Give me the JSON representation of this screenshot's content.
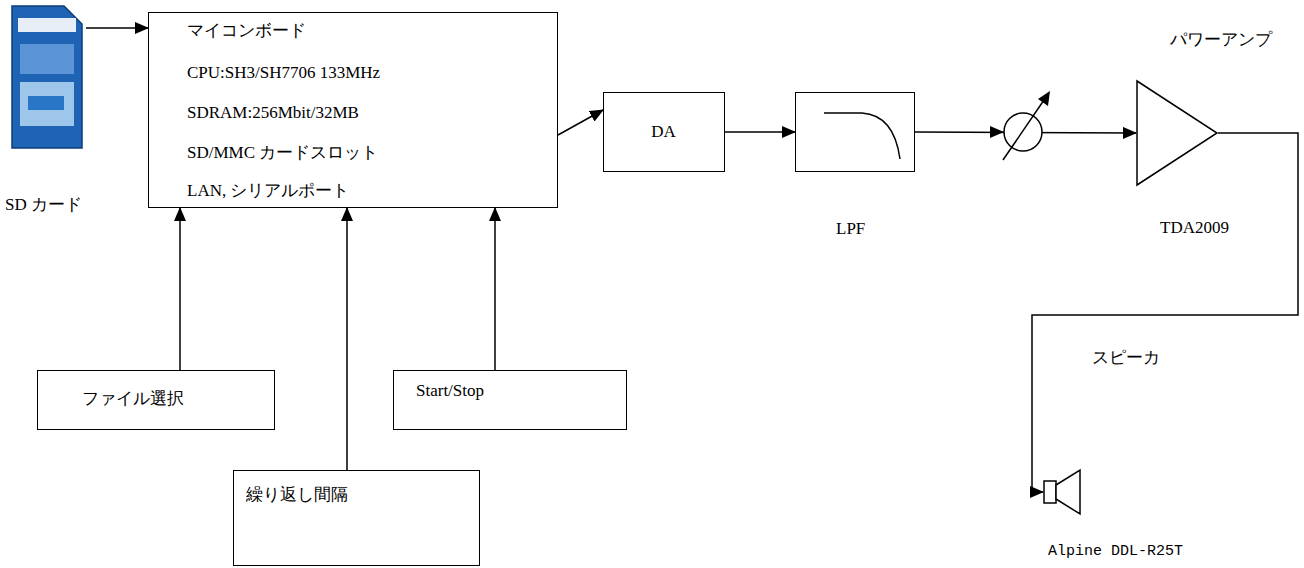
{
  "diagram": {
    "nodes": [
      {
        "text": [
          "SD カード"
        ]
      },
      {
        "text": [
          "マイコンボード",
          "CPU:SH3/SH7706 133MHz",
          "SDRAM:256Mbit/32MB",
          "SD/MMC カードスロット",
          "LAN, シリアルポート"
        ]
      },
      {
        "text": [
          "DA"
        ]
      },
      {
        "text": [
          "LPF"
        ]
      },
      {
        "text": [
          "パワーアンプ",
          "TDA2009"
        ]
      },
      {
        "text": [
          "スピーカ",
          "Alpine DDL-R25T"
        ]
      },
      {
        "text": [
          "ファイル選択"
        ]
      },
      {
        "text": [
          "繰り返し間隔"
        ]
      },
      {
        "text": [
          "Start/Stop"
        ]
      }
    ],
    "edges": [
      {
        "from": 0,
        "to": 1,
        "arrow": "to"
      },
      {
        "from": 1,
        "to": 2,
        "arrow": "to"
      },
      {
        "from": 2,
        "to": 3,
        "arrow": "to"
      },
      {
        "from": 3,
        "to": 4,
        "arrow": "to"
      },
      {
        "from": 4,
        "to": 5,
        "arrow": "to"
      },
      {
        "from": 6,
        "to": 1,
        "arrow": "to"
      },
      {
        "from": 7,
        "to": 1,
        "arrow": "to"
      },
      {
        "from": 8,
        "to": 1,
        "arrow": "to"
      }
    ]
  }
}
